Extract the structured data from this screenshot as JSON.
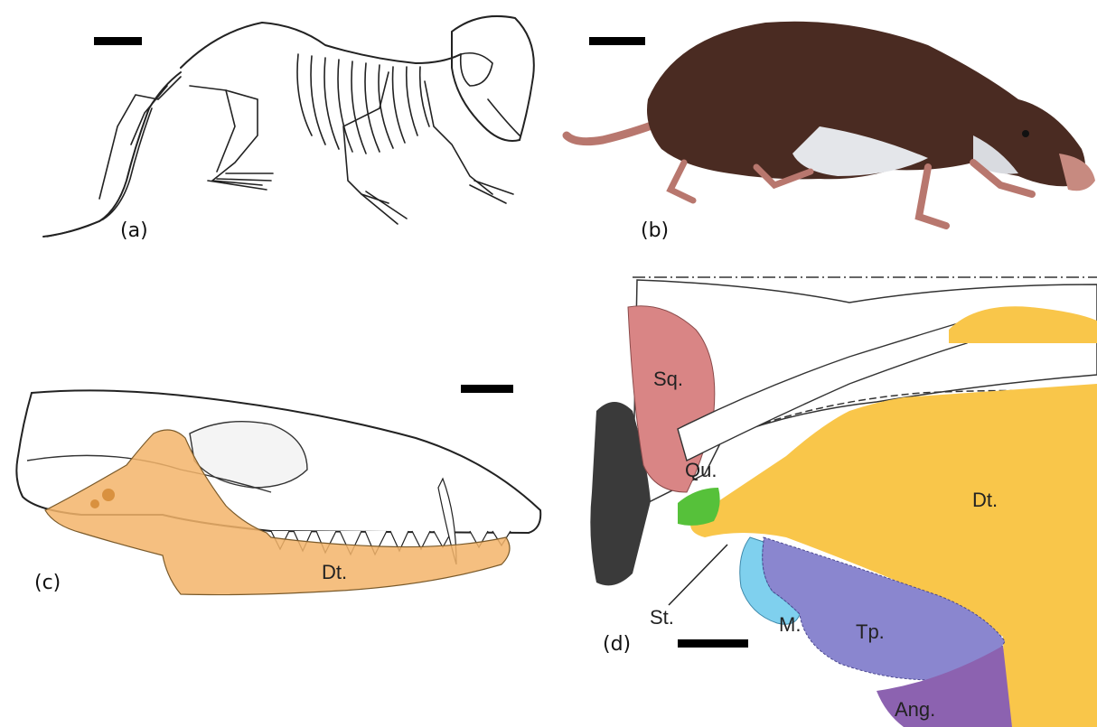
{
  "panels": {
    "a": {
      "label": "(a)"
    },
    "b": {
      "label": "(b)"
    },
    "c": {
      "label": "(c)",
      "bones": {
        "dentary": "Dt."
      }
    },
    "d": {
      "label": "(d)",
      "bones": {
        "squamosal": "Sq.",
        "quadrate": "Qu.",
        "dentary": "Dt.",
        "stapes": "St.",
        "malleus": "M.",
        "tympanic": "Tp.",
        "angular": "Ang."
      }
    }
  },
  "colors": {
    "dentary": "#f9c64a",
    "dentary_c": "#f3b46a",
    "squamosal": "#d98585",
    "quadrate": "#56c13a",
    "malleus": "#7fd0ee",
    "tympanic": "#8a86cf",
    "angular": "#8c62b0",
    "fur": "#4a2b22",
    "belly": "#e4e6ea",
    "skin": "#c78a80"
  }
}
